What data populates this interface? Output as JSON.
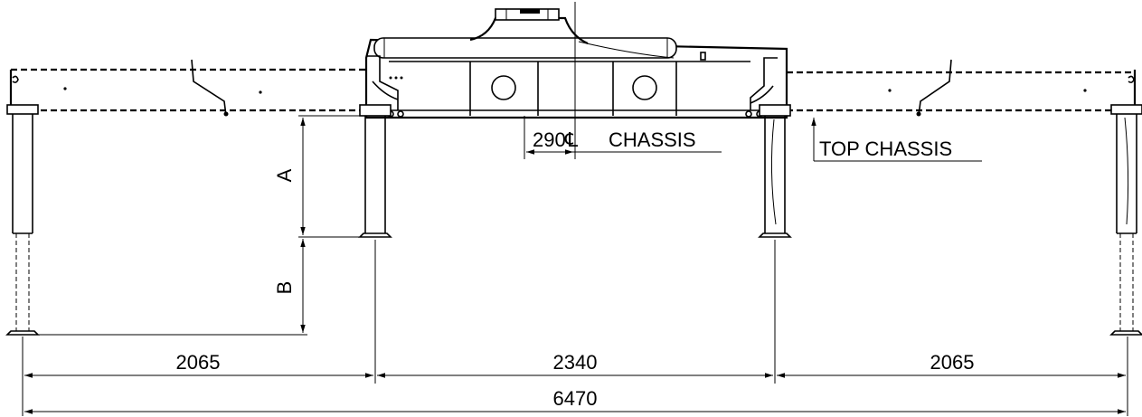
{
  "labels": {
    "dim_a": "A",
    "dim_b": "B",
    "offset": "290",
    "centerline_symbol": "℄",
    "centerline_chassis": "CHASSIS",
    "top_chassis": "TOP CHASSIS"
  },
  "dimensions": {
    "left_span": "2065",
    "center_span": "2340",
    "right_span": "2065",
    "overall": "6470"
  },
  "colors": {
    "line": "#000000",
    "background": "#ffffff"
  }
}
